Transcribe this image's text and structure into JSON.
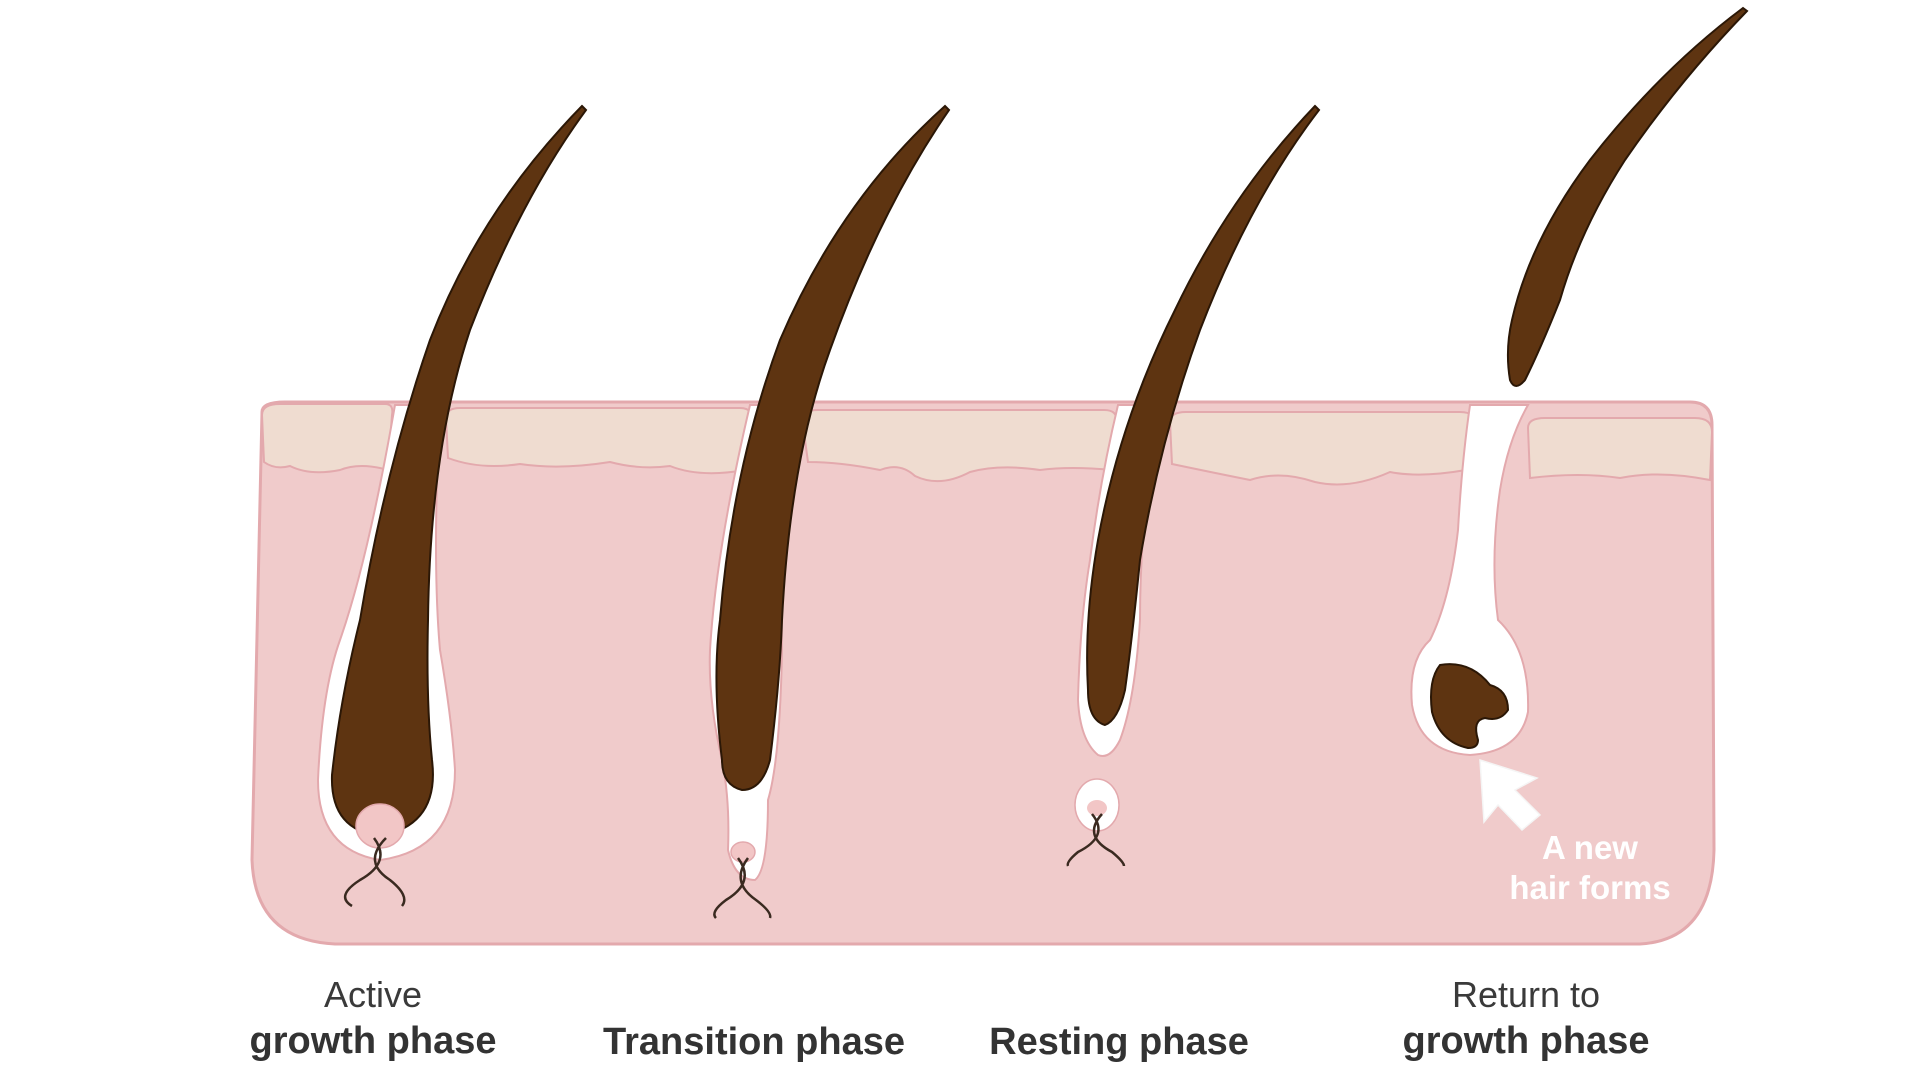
{
  "diagram": {
    "phases": [
      {
        "line1": "Active",
        "line2": "growth phase"
      },
      {
        "line1": "",
        "line2": "Transition phase"
      },
      {
        "line1": "",
        "line2": "Resting phase"
      },
      {
        "line1": "Return to",
        "line2": "growth phase"
      }
    ],
    "annotation": {
      "line1": "A new",
      "line2": "hair forms"
    },
    "colors": {
      "skin": "#f0cbcb",
      "skin_outline": "#e3a9ad",
      "epidermis": "#efdcd0",
      "hair": "#5e3411",
      "hair_outline": "#2b1706",
      "follicle": "#ffffff",
      "papilla": "#f2c6c6",
      "vessel": "#3a2a20",
      "label_text": "#333333"
    }
  }
}
